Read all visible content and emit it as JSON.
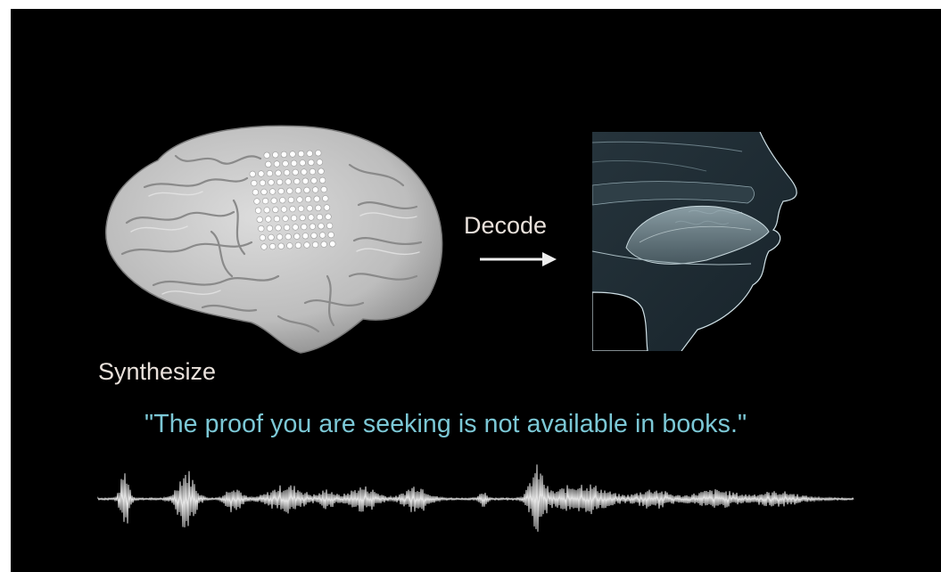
{
  "labels": {
    "decode": "Decode",
    "synthesize": "Synthesize",
    "sentence": "\"The proof you are seeking is not available in books.\""
  },
  "colors": {
    "background": "#000000",
    "label_text": "#e9e1db",
    "sentence_text": "#7cc8d6",
    "brain": "#c9c9c9",
    "electrode": "#ffffff",
    "vocal_tract_bg": "#223038",
    "waveform": "#e4e4e4"
  },
  "icons": {
    "brain": "brain-illustration",
    "electrode_array": "electrode-grid-icon",
    "arrow": "arrow-right-icon",
    "vocal_tract": "vocal-tract-illustration",
    "waveform": "audio-waveform"
  },
  "electrode_grid": {
    "rows": 11,
    "cols": 9
  }
}
